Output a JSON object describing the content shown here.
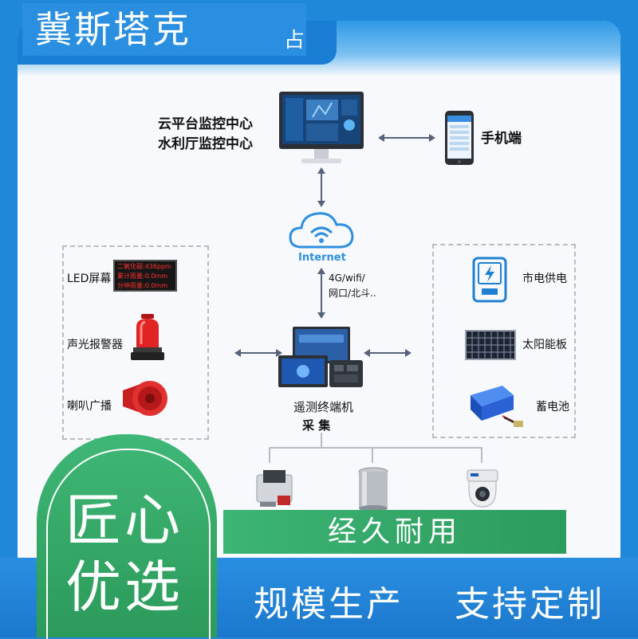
{
  "header": {
    "brand": "冀斯塔克",
    "clipped_title_fragment": "占"
  },
  "center": {
    "monitor_label_1": "云平台监控中心",
    "monitor_label_2": "水利厅监控中心",
    "phone_label": "手机端",
    "cloud_label": "Internet",
    "link_label_1": "4G/wifi/",
    "link_label_2": "网口/北斗..",
    "terminal_label": "遥测终端机",
    "collect_label": "采 集"
  },
  "left_panel": {
    "led_label": "LED屏幕",
    "led_lines": [
      "二氧化碳:436ppm",
      "累计雨量:0.0mm",
      "分钟雨量:0.0mm"
    ],
    "alarm_label": "声光报警器",
    "horn_label": "喇叭广播"
  },
  "right_panel": {
    "grid_label": "市电供电",
    "solar_label": "太阳能板",
    "battery_label": "蓄电池"
  },
  "slogans": {
    "left_1": "匠心",
    "left_2": "优选",
    "middle": "经久耐用",
    "bottom_1": "规模生产",
    "bottom_2": "支持定制"
  },
  "colors": {
    "brand_blue": "#1f88d8",
    "accent_green": "#36aa6a",
    "led_red": "#d42020"
  }
}
